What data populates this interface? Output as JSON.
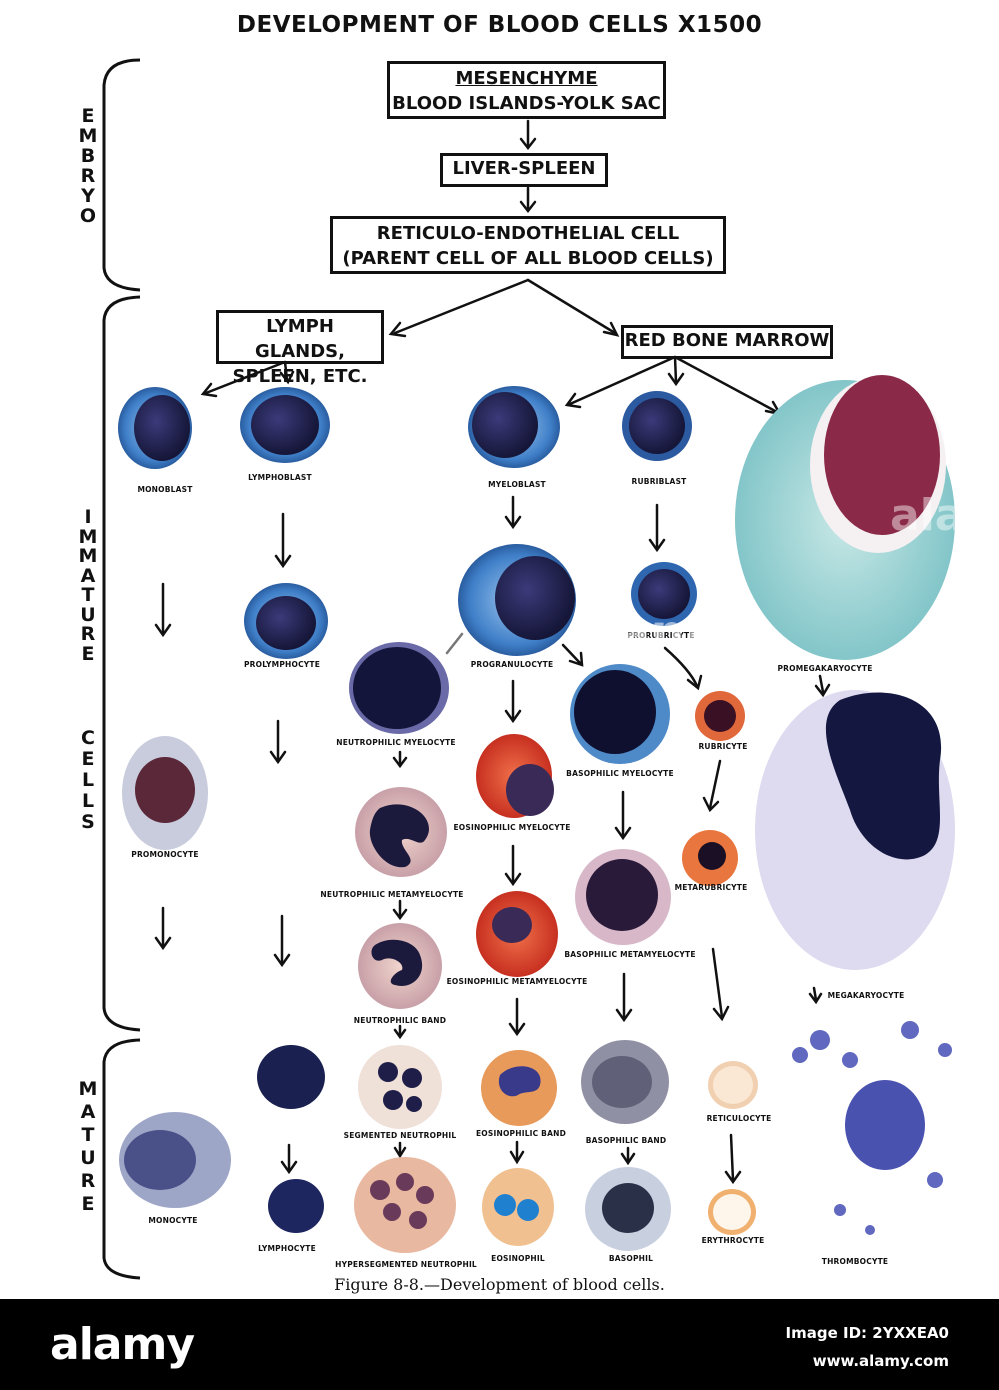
{
  "title": "DEVELOPMENT OF BLOOD CELLS X1500",
  "boxes": {
    "mesenchyme": "MESENCHYME",
    "blood_islands": "BLOOD ISLANDS-YOLK SAC",
    "liver_spleen": "LIVER-SPLEEN",
    "reticulo_line1": "RETICULO-ENDOTHELIAL CELL",
    "reticulo_line2": "(PARENT CELL OF ALL BLOOD CELLS)",
    "lymph_line1": "LYMPH GLANDS,",
    "lymph_line2": "SPLEEN, ETC.",
    "red_bone_marrow": "RED BONE MARROW"
  },
  "stages": {
    "embryo": "EMBRYO",
    "immature_cells_1": "IMMATURE",
    "immature_cells_2": "CELLS",
    "mature": "MATURE"
  },
  "cells": {
    "monoblast": "MONOBLAST",
    "lymphoblast": "LYMPHOBLAST",
    "myeloblast": "MYELOBLAST",
    "rubriblast": "RUBRIBLAST",
    "prolymphocyte": "PROLYMPHOCYTE",
    "progranulocyte": "PROGRANULOCYTE",
    "prorubricyte": "PRORUBRICYTE",
    "promegakaryocyte": "PROMEGAKARYOCYTE",
    "neutrophilic_myelocyte": "NEUTROPHILIC MYELOCYTE",
    "basophilic_myelocyte": "BASOPHILIC MYELOCYTE",
    "rubricyte": "RUBRICYTE",
    "promonocyte": "PROMONOCYTE",
    "eosinophilic_myelocyte": "EOSINOPHILIC MYELOCYTE",
    "neutrophilic_metamyelocyte": "NEUTROPHILIC METAMYELOCYTE",
    "metarubricyte": "METARUBRICYTE",
    "basophilic_metamyelocyte": "BASOPHILIC METAMYELOCYTE",
    "eosinophilic_metamyelocyte": "EOSINOPHILIC METAMYELOCYTE",
    "megakaryocyte": "MEGAKARYOCYTE",
    "neutrophilic_band": "NEUTROPHILIC BAND",
    "segmented_neutrophil": "SEGMENTED NEUTROPHIL",
    "eosinophilic_band": "EOSINOPHILIC BAND",
    "basophilic_band": "BASOPHILIC BAND",
    "reticulocyte": "RETICULOCYTE",
    "monocyte": "MONOCYTE",
    "lymphocyte": "LYMPHOCYTE",
    "hypersegmented_neutrophil": "HYPERSEGMENTED NEUTROPHIL",
    "eosinophil": "EOSINOPHIL",
    "basophil": "BASOPHIL",
    "erythrocyte": "ERYTHROCYTE",
    "thrombocyte": "THROMBOCYTE"
  },
  "caption": "Figure 8-8.—Development of blood cells.",
  "footer": {
    "logo": "alamy",
    "image_id": "Image ID: 2YXXEA0",
    "site": "www.alamy.com"
  },
  "watermark": "alamy",
  "colors": {
    "blast_cytoplasm": "#3f7fc8",
    "nucleus_dark": "#1b1f4a",
    "eosin_red": "#d83a2a",
    "rbc_orange": "#e06a3a",
    "mega_teal": "#8fcfd0",
    "neutro_pink": "#d8b0b0"
  }
}
